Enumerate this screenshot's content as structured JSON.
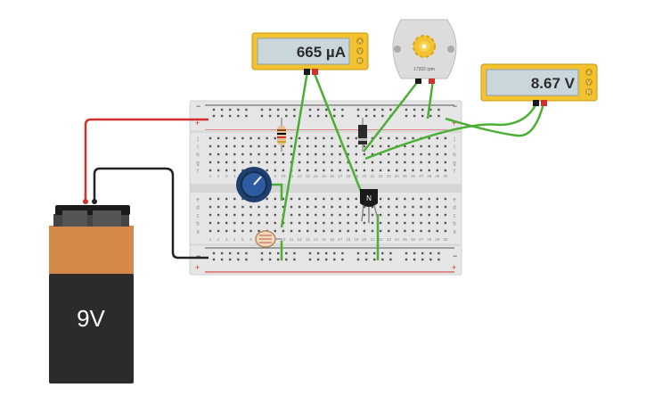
{
  "ammeter": {
    "reading": "665 µA",
    "buttons": [
      "A",
      "V",
      "R"
    ]
  },
  "voltmeter": {
    "reading": "8.67 V",
    "buttons": [
      "A",
      "V",
      "R"
    ]
  },
  "motor": {
    "speed": "17322 rpm"
  },
  "battery": {
    "label": "9V"
  },
  "transistor": {
    "label": "N"
  },
  "breadboard": {
    "rows_left": [
      "j",
      "i",
      "h",
      "g",
      "f",
      "e",
      "d",
      "c",
      "b",
      "a"
    ],
    "rows_right": [
      "j",
      "i",
      "h",
      "g",
      "f",
      "e",
      "d",
      "c",
      "b",
      "a"
    ],
    "columns": [
      "1",
      "2",
      "3",
      "4",
      "5",
      "6",
      "7",
      "8",
      "9",
      "10",
      "11",
      "12",
      "13",
      "14",
      "15",
      "16",
      "17",
      "18",
      "19",
      "20",
      "21",
      "22",
      "23",
      "24",
      "25",
      "26",
      "27",
      "28",
      "29",
      "30"
    ],
    "rail_minus": "−",
    "rail_plus": "+"
  },
  "colors": {
    "wire_red": "#d0312d",
    "wire_black": "#222222",
    "wire_green": "#4caf35",
    "meter_body": "#f2c230",
    "meter_screen": "#c9d6dc",
    "breadboard": "#e6e6e6",
    "battery_top": "#d4894a",
    "battery_bottom": "#2b2b2b"
  }
}
